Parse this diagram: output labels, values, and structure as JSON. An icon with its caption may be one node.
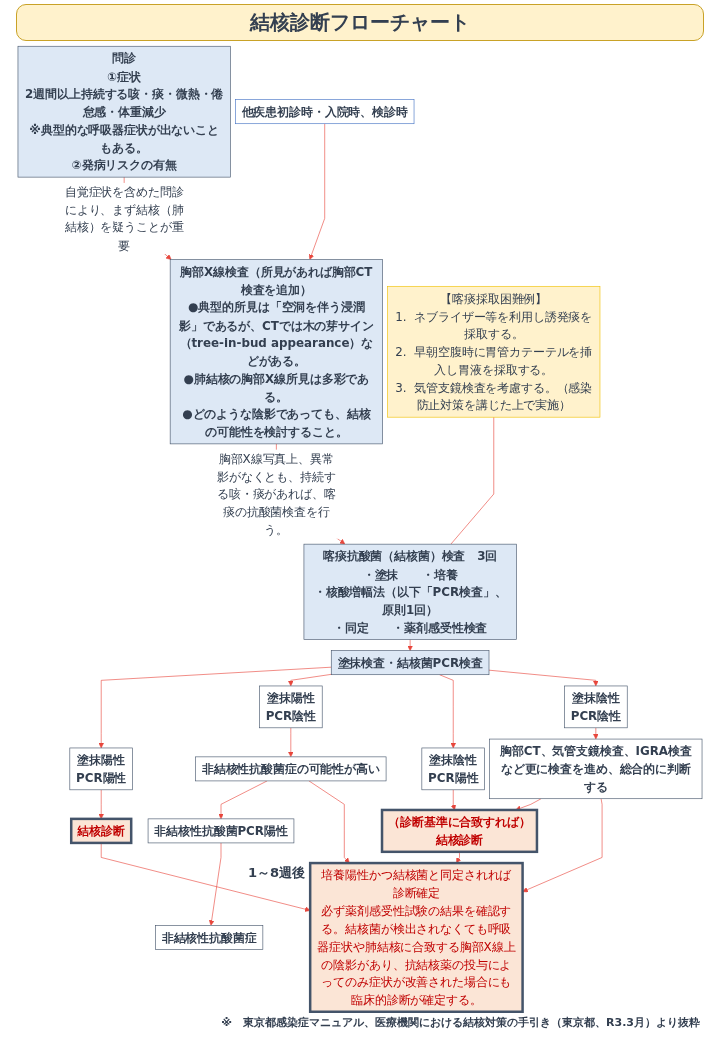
{
  "diagram": {
    "title": "結核診断フローチャート",
    "caption": "※　東京都感染症マニュアル、医療機関における結核対策の手引き（東京都、R3.3月）より抜粋",
    "nodes": [
      {
        "text": [
          "問診",
          "①症状",
          "2週間以上持続する咳・痰・微熱・倦怠感・体重減少",
          "※典型的な呼吸器症状が出ないこともある。",
          "②発病リスクの有無"
        ]
      },
      {
        "text": [
          "他疾患初診時・入院時、検診時"
        ]
      },
      {
        "text": [
          "胸部X線検査（所見があれば胸部CT検査を追加）",
          "●典型的所見は「空洞を伴う浸潤影」であるが、CTでは木の芽サイン（tree-in-bud appearance）などがある。",
          "●肺結核の胸部X線所見は多彩である。",
          "●どのような陰影であっても、結核の可能性を検討すること。"
        ]
      },
      {
        "text": [
          "喀痰抗酸菌（結核菌）検査　3回",
          "・塗抹　　・培養",
          "・核酸増幅法（以下「PCR検査」、原則1回）",
          "・同定　　・薬剤感受性検査"
        ]
      },
      {
        "text": [
          "【喀痰採取困難例】",
          "1.  ネブライザー等を利用し誘発痰を採取する。",
          "2.  早朝空腹時に胃管カテーテルを挿入し胃液を採取する。",
          "3.  気管支鏡検査を考慮する。（感染防止対策を講じた上で実施）"
        ]
      },
      {
        "text": [
          "塗抹検査・結核菌PCR検査"
        ]
      },
      {
        "text": [
          "塗抹陽性",
          "PCR陽性"
        ]
      },
      {
        "text": [
          "塗抹陽性",
          "PCR陰性"
        ]
      },
      {
        "text": [
          "塗抹陰性",
          "PCR陽性"
        ]
      },
      {
        "text": [
          "塗抹陰性",
          "PCR陰性"
        ]
      },
      {
        "text": [
          "結核診断"
        ]
      },
      {
        "text": [
          "非結核性抗酸菌症の可能性が高い"
        ]
      },
      {
        "text": [
          "非結核性抗酸菌PCR陽性"
        ]
      },
      {
        "text": [
          "（診断基準に合致すれば）",
          "結核診断"
        ]
      },
      {
        "text": [
          "胸部CT、気管支鏡検査、IGRA検査など更に検査を進め、総合的に判断する"
        ]
      },
      {
        "text": [
          "非結核性抗酸菌症"
        ]
      },
      {
        "text": [
          "培養陽性かつ結核菌と同定されれば診断確定",
          "必ず薬剤感受性試験の結果を確認する。結核菌が検出されなくても呼吸器症状や肺結核に合致する胸部X線上の陰影があり、抗結核薬の投与によってのみ症状が改善された場合にも臨床的診断が確定する。"
        ],
        "beside": [
          "1～8週後"
        ]
      }
    ],
    "edges": [
      {
        "from": 0,
        "to": 2,
        "arrow": "to",
        "label": "自覚症状を含めた問診により、まず結核（肺結核）を疑うことが重要"
      },
      {
        "from": 1,
        "to": 2,
        "arrow": "to"
      },
      {
        "from": 2,
        "to": 3,
        "arrow": "to",
        "label": "胸部X線写真上、異常影がなくとも、持続する咳・痰があれば、喀痰の抗酸菌検査を行う。"
      },
      {
        "from": 4,
        "to": 3,
        "arrow": "none"
      },
      {
        "from": 3,
        "to": 5,
        "arrow": "to"
      },
      {
        "from": 5,
        "to": 6,
        "arrow": "to"
      },
      {
        "from": 5,
        "to": 7,
        "arrow": "to"
      },
      {
        "from": 5,
        "to": 8,
        "arrow": "to"
      },
      {
        "from": 5,
        "to": 9,
        "arrow": "to"
      },
      {
        "from": 6,
        "to": 10,
        "arrow": "to"
      },
      {
        "from": 7,
        "to": 11,
        "arrow": "to"
      },
      {
        "from": 8,
        "to": 13,
        "arrow": "to"
      },
      {
        "from": 9,
        "to": 14,
        "arrow": "to"
      },
      {
        "from": 11,
        "to": 12,
        "arrow": "to"
      },
      {
        "from": 12,
        "to": 15,
        "arrow": "to"
      },
      {
        "from": 14,
        "to": 13,
        "arrow": "to"
      },
      {
        "from": 10,
        "to": 16,
        "arrow": "to"
      },
      {
        "from": 11,
        "to": 16,
        "arrow": "to"
      },
      {
        "from": 13,
        "to": 16,
        "arrow": "to"
      },
      {
        "from": 14,
        "to": 16,
        "arrow": "to"
      }
    ]
  }
}
